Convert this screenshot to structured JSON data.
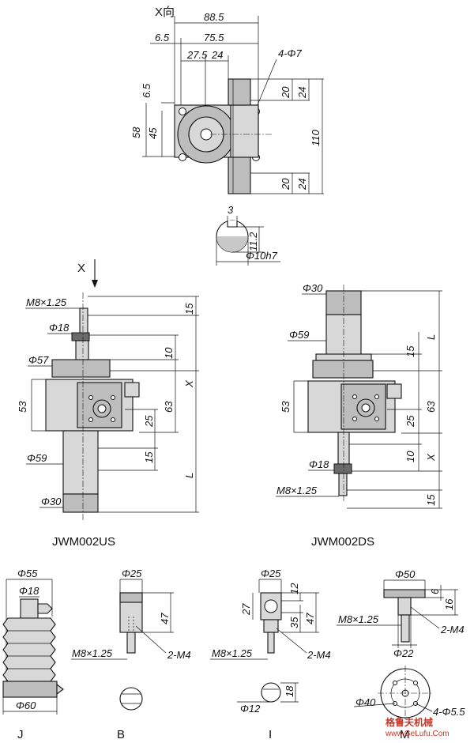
{
  "view_x_title": "X向",
  "top_view": {
    "dims": [
      "88.5",
      "6.5",
      "75.5",
      "27.5",
      "24",
      "4-Φ7",
      "6.5",
      "20",
      "24",
      "58",
      "45",
      "110",
      "20",
      "24"
    ]
  },
  "keyway": {
    "dims": [
      "3",
      "11.2",
      "Φ10h7"
    ]
  },
  "x_arrow_label": "X",
  "left_model": {
    "name": "JWM002US",
    "dims": [
      "M8×1.25",
      "15",
      "Φ18",
      "10",
      "Φ57",
      "X",
      "53",
      "63",
      "25",
      "Φ59",
      "15",
      "L",
      "Φ30"
    ]
  },
  "right_model": {
    "name": "JWM002DS",
    "dims": [
      "Φ30",
      "L",
      "Φ59",
      "15",
      "53",
      "63",
      "25",
      "Φ18",
      "10",
      "X",
      "M8×1.25",
      "15"
    ]
  },
  "detail_J": {
    "letter": "J",
    "dims": [
      "Φ55",
      "Φ18",
      "Φ60"
    ]
  },
  "detail_B": {
    "letter": "B",
    "dims": [
      "Φ25",
      "47",
      "M8×1.25",
      "2-M4"
    ]
  },
  "detail_I": {
    "letter": "I",
    "dims": [
      "Φ25",
      "12",
      "27",
      "35",
      "47",
      "M8×1.25",
      "2-M4",
      "Φ12",
      "18"
    ]
  },
  "detail_M": {
    "letter": "M",
    "dims": [
      "Φ50",
      "6",
      "16",
      "M8×1.25",
      "2-M4",
      "Φ22",
      "Φ40",
      "4-Φ5.5"
    ]
  },
  "watermark": {
    "cn": "格鲁夫机械",
    "url": "www.GeLufu.Com"
  }
}
